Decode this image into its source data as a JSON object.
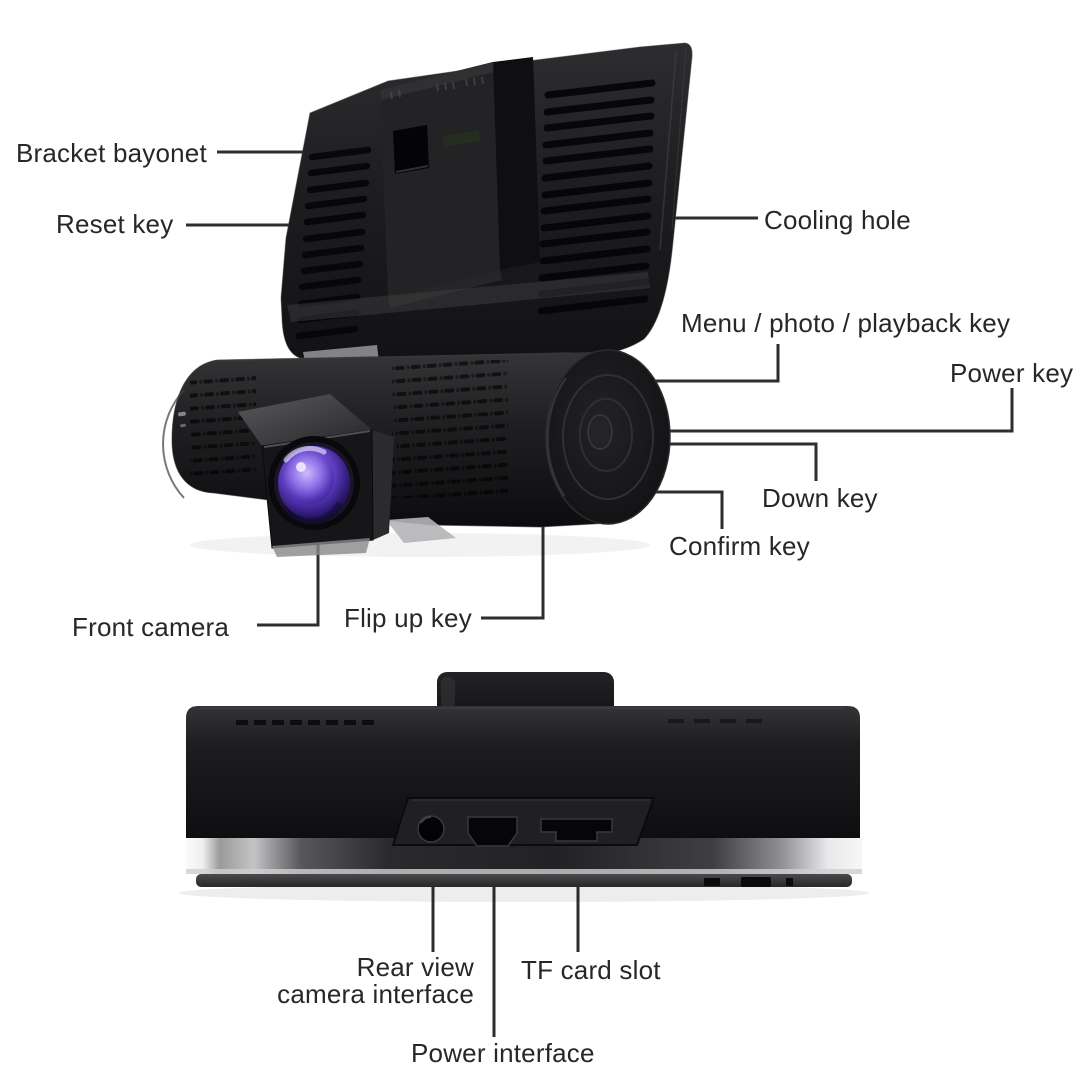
{
  "figure": {
    "type": "product-annotation-diagram",
    "product": "dual-view dash cam (rear/back view and bottom view) with callout labels"
  },
  "colors": {
    "background": "#ffffff",
    "label_text": "#272727",
    "leader_line": "#2e2e2e",
    "device_body_black": "#1b1b1d",
    "vent_black": "#060608",
    "lens_purple": "#7a58dc",
    "lens_highlight": "#cdbcfa",
    "metal_silver": "#d9d9db"
  },
  "top_view": {
    "name": "dash cam rear/top view",
    "callouts": [
      {
        "id": "bracket-bayonet",
        "text": "Bracket bayonet"
      },
      {
        "id": "reset-key",
        "text": "Reset key"
      },
      {
        "id": "cooling-hole",
        "text": "Cooling hole"
      },
      {
        "id": "menu-photo-playback-key",
        "text": "Menu / photo / playback key"
      },
      {
        "id": "power-key",
        "text": "Power key"
      },
      {
        "id": "down-key",
        "text": "Down key"
      },
      {
        "id": "confirm-key",
        "text": "Confirm key"
      },
      {
        "id": "front-camera",
        "text": "Front camera"
      },
      {
        "id": "flip-up-key",
        "text": "Flip up key"
      }
    ]
  },
  "bottom_view": {
    "name": "dash cam bottom view",
    "callouts": [
      {
        "id": "rear-view-camera-interface",
        "line1": "Rear view",
        "line2": "camera interface"
      },
      {
        "id": "tf-card-slot",
        "text": "TF card slot"
      },
      {
        "id": "power-interface",
        "text": "Power interface"
      }
    ]
  }
}
